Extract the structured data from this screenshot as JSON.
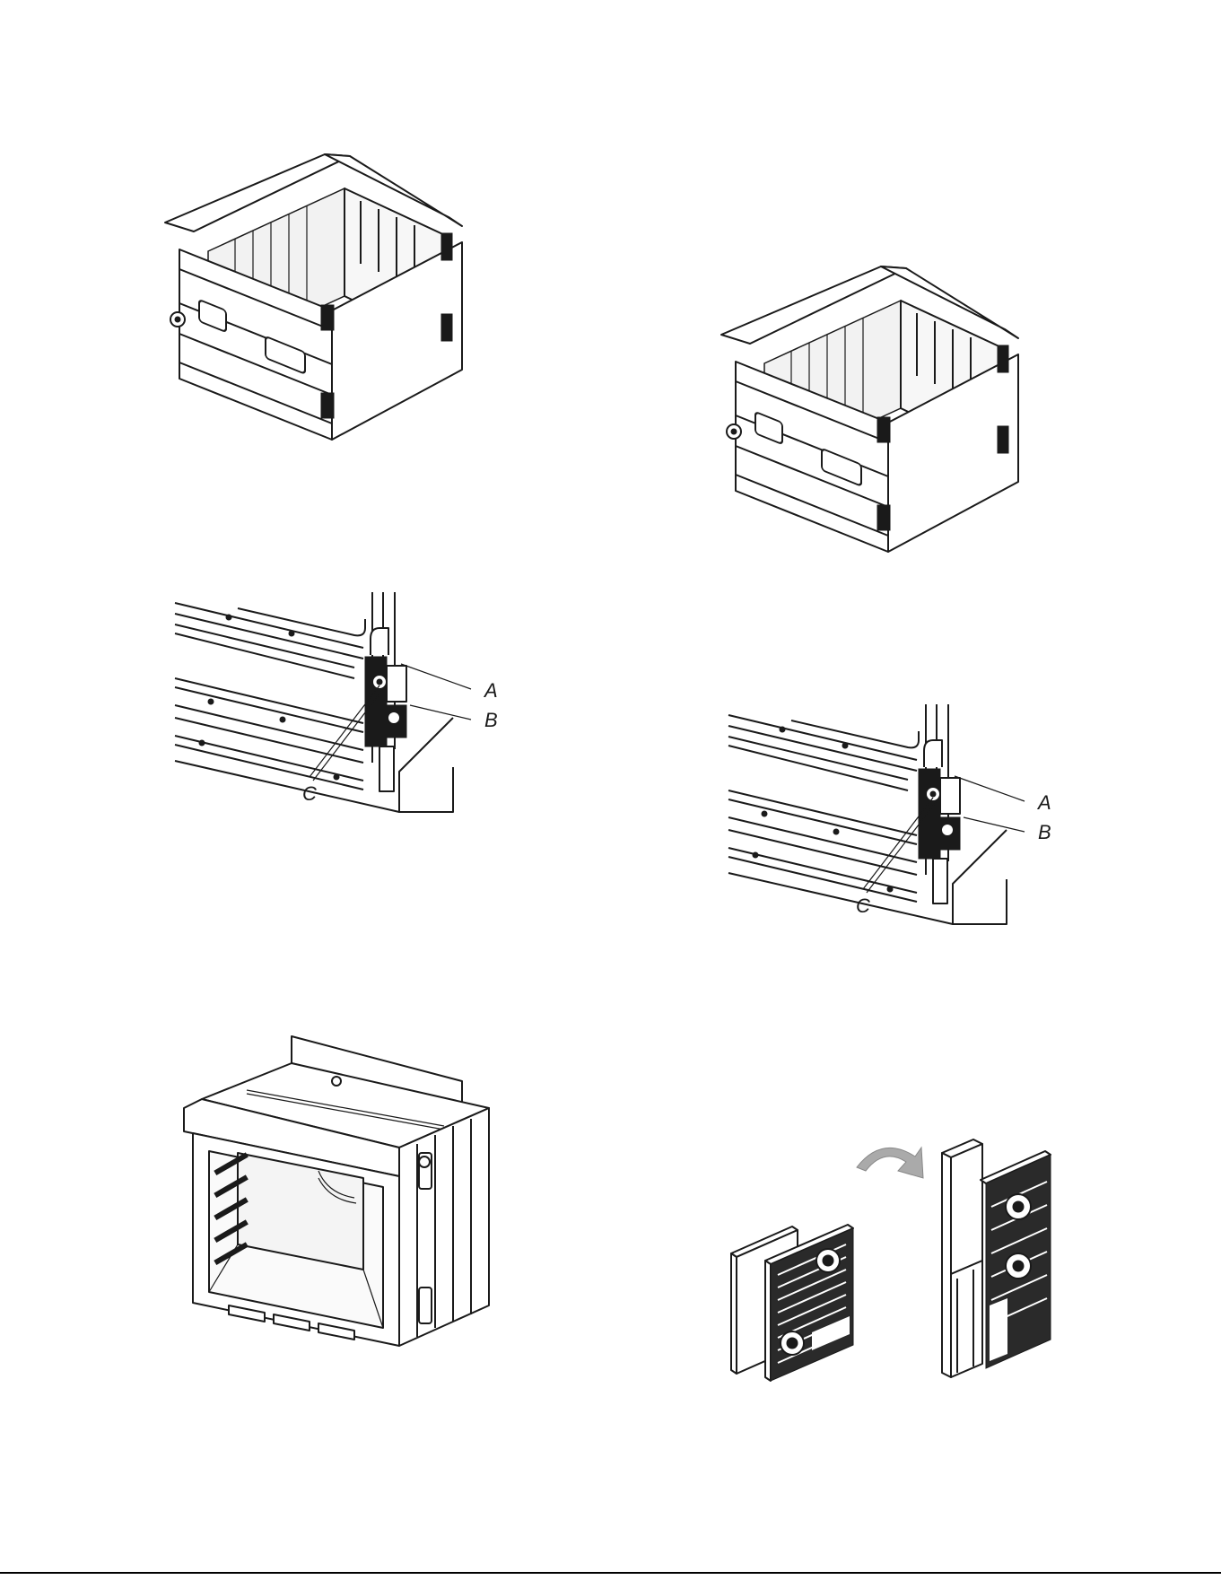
{
  "figures": [
    {
      "id": "oven-cavity-left",
      "kind": "oven-cavity-no-door"
    },
    {
      "id": "oven-cavity-right",
      "kind": "oven-cavity-no-door"
    },
    {
      "id": "hinge-detail-left",
      "kind": "hinge-detail",
      "callouts": [
        "A",
        "B",
        "C"
      ]
    },
    {
      "id": "hinge-detail-right",
      "kind": "hinge-detail",
      "callouts": [
        "A",
        "B",
        "C"
      ]
    },
    {
      "id": "oven-cavity-front",
      "kind": "oven-cavity-open-front"
    },
    {
      "id": "panel-assembly",
      "kind": "panel-fold",
      "icons": [
        "curved-arrow-icon"
      ]
    }
  ]
}
